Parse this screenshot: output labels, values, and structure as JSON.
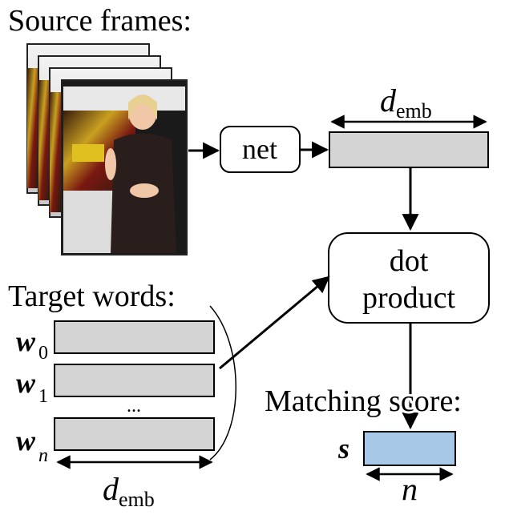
{
  "labels": {
    "source_frames": "Source frames:",
    "net": "net",
    "dot_product_line1": "dot",
    "dot_product_line2": "product",
    "target_words": "Target words:",
    "matching_score": "Matching score:",
    "ellipsis": "...",
    "score_symbol": "s",
    "n_dim": "n"
  },
  "dims": {
    "d_main": "d",
    "d_sub": "emb"
  },
  "words": [
    {
      "symbol": "w",
      "subscript": "0"
    },
    {
      "symbol": "w",
      "subscript": "1"
    },
    {
      "symbol": "w",
      "subscript": "n"
    }
  ],
  "colors": {
    "embedding_fill": "#d4d4d4",
    "score_fill": "#a8c8e8",
    "stroke": "#000000"
  },
  "icons": {
    "frames": "video-frames-stack"
  }
}
